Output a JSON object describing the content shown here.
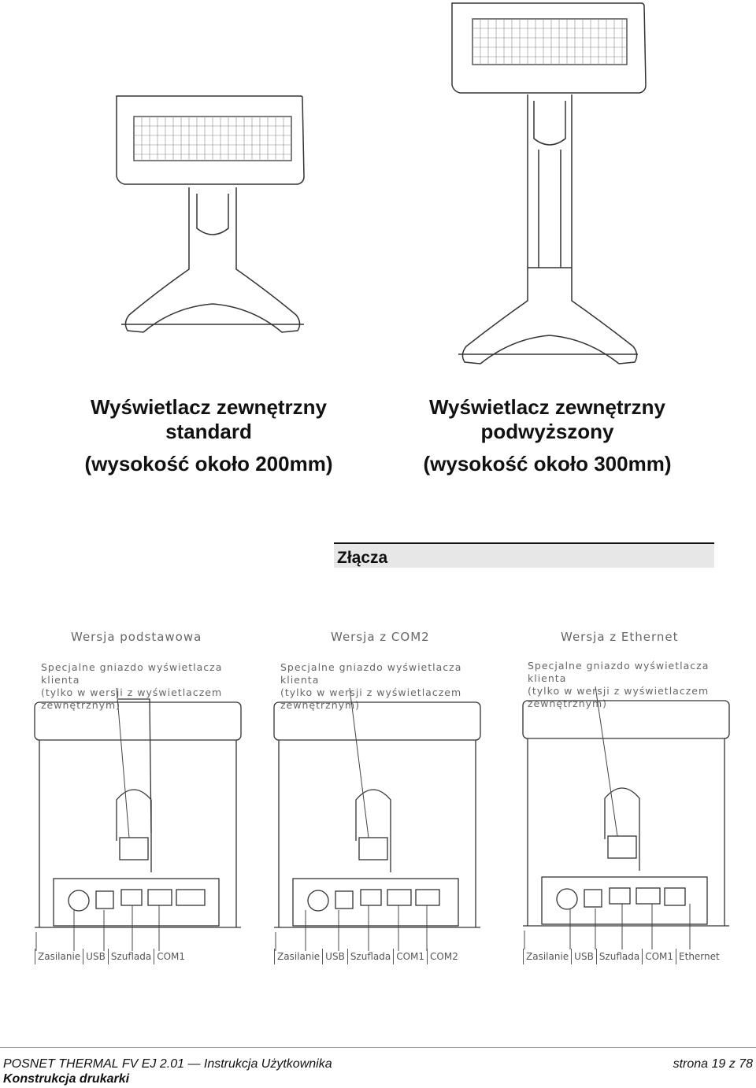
{
  "captions": [
    {
      "line1": "Wyświetlacz zewnętrzny",
      "line2": "standard",
      "line3": "(wysokość około 200mm)"
    },
    {
      "line1": "Wyświetlacz zewnętrzny",
      "line2": "podwyższony",
      "line3": "(wysokość około 300mm)"
    }
  ],
  "section_title": "Złącza",
  "variants": [
    {
      "title": "Wersja podstawowa",
      "note": "Specjalne gniazdo wyświetlacza klienta\n(tylko w wersji z wyświetlaczem\nzewnętrznym)",
      "ports": [
        "Zasilanie",
        "USB",
        "Szuflada",
        "COM1"
      ]
    },
    {
      "title": "Wersja z COM2",
      "note": "Specjalne gniazdo wyświetlacza klienta\n(tylko w wersji z wyświetlaczem\nzewnętrznym)",
      "ports": [
        "Zasilanie",
        "USB",
        "Szuflada",
        "COM1",
        "COM2"
      ]
    },
    {
      "title": "Wersja z Ethernet",
      "note": "Specjalne gniazdo wyświetlacza klienta\n(tylko w wersji z wyświetlaczem\nzewnętrznym)",
      "ports": [
        "Zasilanie",
        "USB",
        "Szuflada",
        "COM1",
        "Ethernet"
      ]
    }
  ],
  "footer": {
    "left": "POSNET THERMAL FV EJ 2.01 — Instrukcja Użytkownika",
    "right": "strona 19 z 78",
    "section": "Konstrukcja drukarki"
  }
}
